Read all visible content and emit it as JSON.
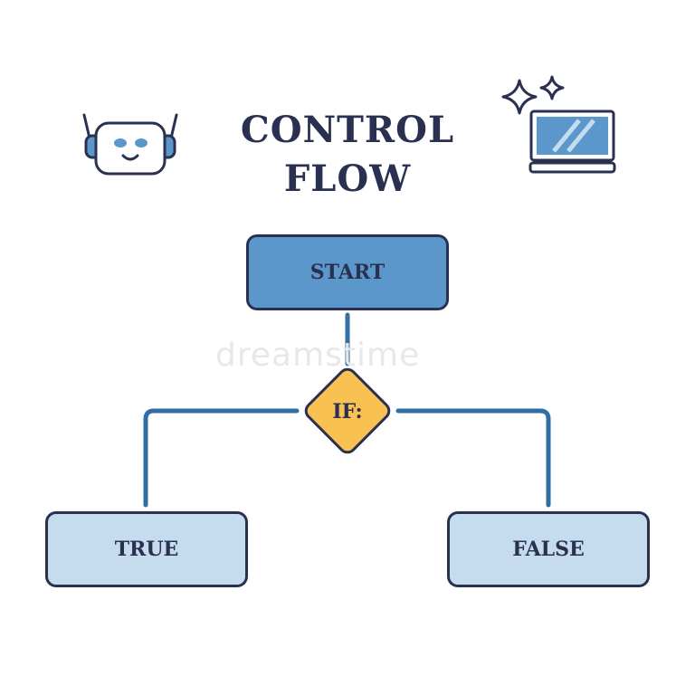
{
  "title": {
    "line1": "CONTROL",
    "line2": "FLOW"
  },
  "nodes": {
    "start": "START",
    "decision": "IF:",
    "true_branch": "TRUE",
    "false_branch": "FALSE"
  },
  "watermark": "dreamstime",
  "icons": {
    "left": "robot-face-icon",
    "right": "laptop-sparkle-icon"
  },
  "colors": {
    "outline": "#2a3150",
    "connector": "#2f6fa3",
    "start_fill": "#5b97cb",
    "branch_fill": "#c5dbee",
    "decision_fill": "#f9c152"
  }
}
